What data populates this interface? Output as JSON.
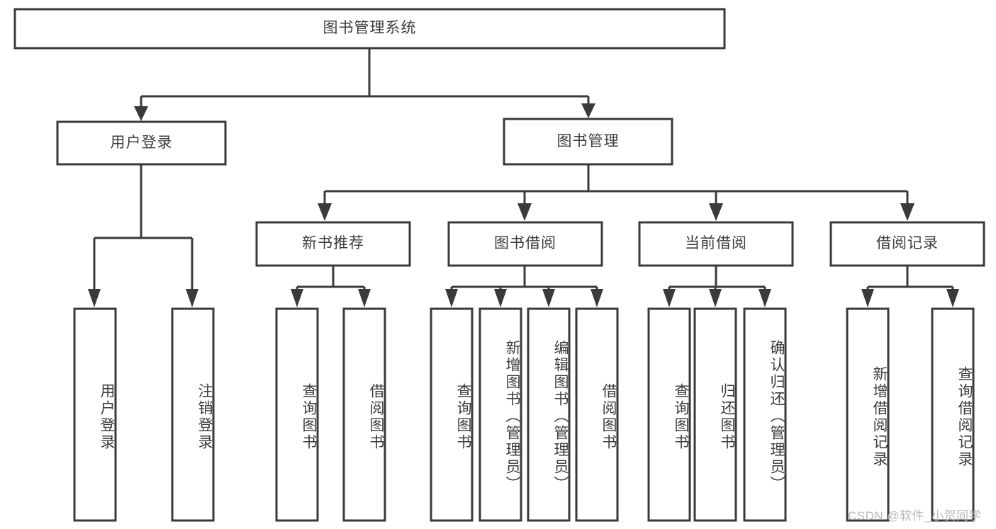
{
  "diagram": {
    "type": "hierarchy-tree",
    "title": "图书管理系统",
    "levels": {
      "root": {
        "label": "图书管理系统"
      },
      "level2": [
        {
          "id": "user-login",
          "label": "用户登录"
        },
        {
          "id": "book-management",
          "label": "图书管理"
        }
      ],
      "level3": [
        {
          "id": "new-book-recommend",
          "label": "新书推荐"
        },
        {
          "id": "book-borrow",
          "label": "图书借阅"
        },
        {
          "id": "current-borrow",
          "label": "当前借阅"
        },
        {
          "id": "borrow-record",
          "label": "借阅记录"
        }
      ],
      "leaves": {
        "user_login": [
          {
            "id": "leaf-user-login",
            "label": "用户登录"
          },
          {
            "id": "leaf-logout",
            "label": "注销登录"
          }
        ],
        "new_book_recommend": [
          {
            "id": "leaf-query-book-1",
            "label": "查询图书"
          },
          {
            "id": "leaf-borrow-book-1",
            "label": "借阅图书"
          }
        ],
        "book_borrow": [
          {
            "id": "leaf-query-book-2",
            "label": "查询图书"
          },
          {
            "id": "leaf-add-book",
            "label": "新增图书（管理员）"
          },
          {
            "id": "leaf-edit-book",
            "label": "编辑图书（管理员）"
          },
          {
            "id": "leaf-borrow-book-2",
            "label": "借阅图书"
          }
        ],
        "current_borrow": [
          {
            "id": "leaf-query-book-3",
            "label": "查询图书"
          },
          {
            "id": "leaf-return-book",
            "label": "归还图书"
          },
          {
            "id": "leaf-confirm-return",
            "label": "确认归还（管理员）"
          }
        ],
        "borrow_record": [
          {
            "id": "leaf-add-record",
            "label": "新增借阅记录"
          },
          {
            "id": "leaf-query-record",
            "label": "查询借阅记录"
          }
        ]
      }
    },
    "colors": {
      "box_stroke": "#3a3a3a",
      "box_fill": "#ffffff",
      "text": "#3c3c3c",
      "connector": "#3a3a3a",
      "watermark": "#b9b9b9",
      "background": "#ffffff"
    }
  },
  "watermark": {
    "text": "CSDN @软件_小贺同学"
  }
}
